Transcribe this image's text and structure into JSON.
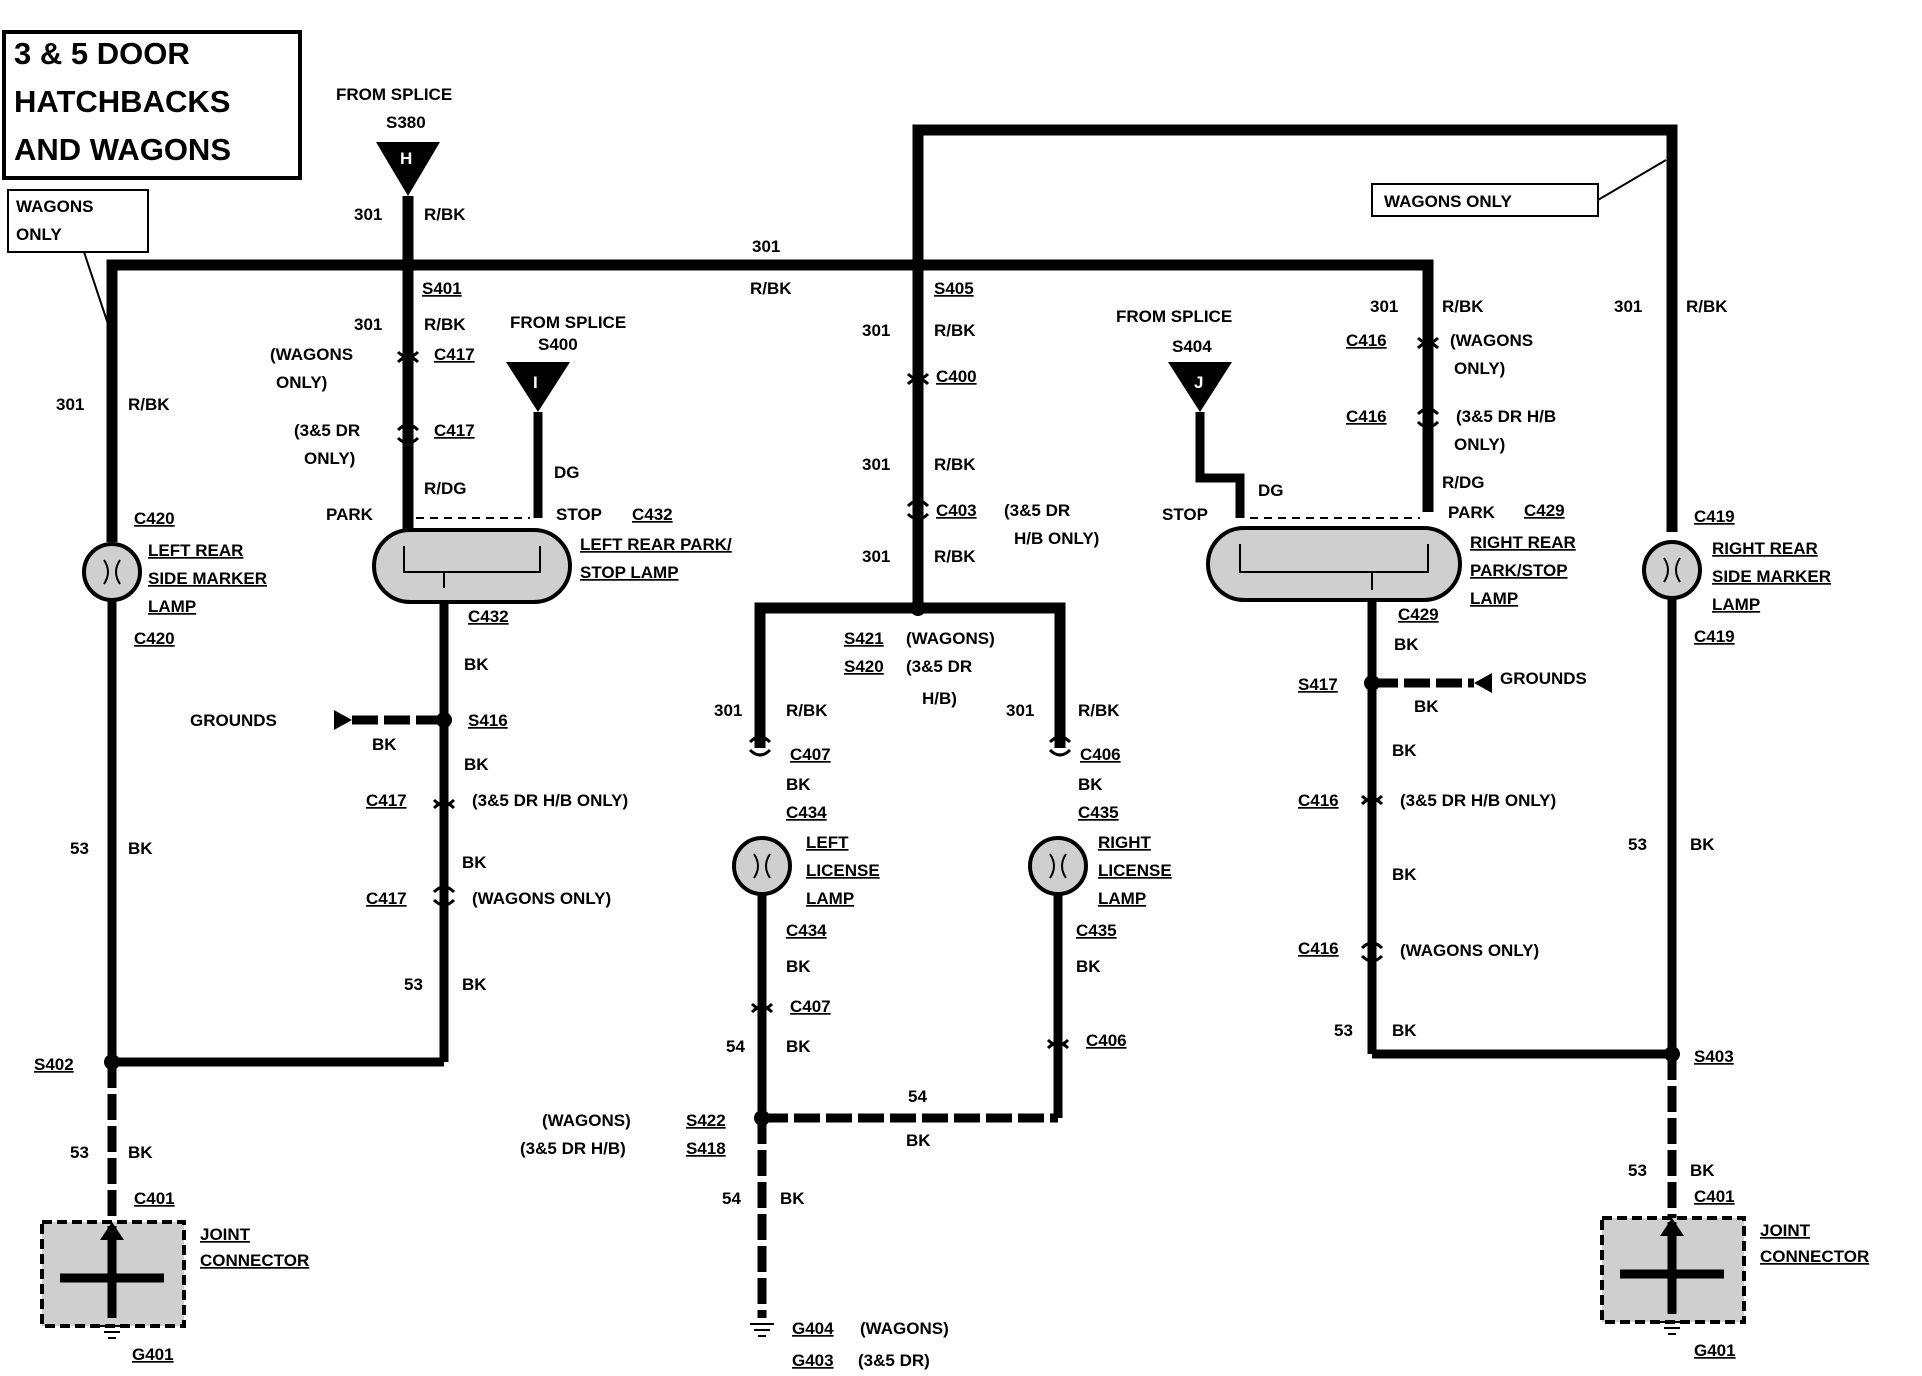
{
  "title": {
    "line1": "3 & 5 DOOR",
    "line2": "HATCHBACKS",
    "line3": "AND WAGONS"
  },
  "wagons_only_box_left": {
    "line1": "WAGONS",
    "line2": "ONLY"
  },
  "wagons_only_box_right": "WAGONS ONLY",
  "splices": {
    "s380": {
      "from": "FROM SPLICE",
      "id": "S380",
      "letter": "H"
    },
    "s400": {
      "from": "FROM SPLICE",
      "id": "S400",
      "letter": "I"
    },
    "s404": {
      "from": "FROM SPLICE",
      "id": "S404",
      "letter": "J"
    }
  },
  "circuits": {
    "c301": "301",
    "c53": "53",
    "c54": "54"
  },
  "colors": {
    "rbk": "R/BK",
    "rdg": "R/DG",
    "dg": "DG",
    "bk": "BK"
  },
  "nodes": {
    "s401": "S401",
    "s405": "S405",
    "s421": "S421",
    "s420": "S420",
    "s416": "S416",
    "s417": "S417",
    "s402": "S402",
    "s403": "S403",
    "s422": "S422",
    "s418": "S418"
  },
  "connectors": {
    "c417": "C417",
    "c400": "C400",
    "c403": "C403",
    "c416": "C416",
    "c420": "C420",
    "c432": "C432",
    "c429": "C429",
    "c419": "C419",
    "c407": "C407",
    "c406": "C406",
    "c434": "C434",
    "c435": "C435",
    "c401": "C401"
  },
  "qualifiers": {
    "wagons_open": "(WAGONS",
    "only_close": "ONLY)",
    "hb_open": "(3&5 DR",
    "hb_only_close": "ONLY)",
    "hb_open_rt": "(3&5 DR H/B",
    "c403_q1": "(3&5 DR",
    "c403_q2": "H/B ONLY)",
    "hb_only_full": "(3&5 DR H/B ONLY)",
    "wagons_only_full": "(WAGONS ONLY)",
    "wagons_paren": "(WAGONS)",
    "s420_q1": "(3&5 DR",
    "s420_q2": "H/B)",
    "s418_q": "(3&5 DR H/B)",
    "wagons_open_rt": "(WAGONS"
  },
  "pins": {
    "park": "PARK",
    "stop": "STOP"
  },
  "lamps": {
    "left_side_marker": [
      "LEFT REAR",
      "SIDE MARKER",
      "LAMP"
    ],
    "left_park_stop": [
      "LEFT REAR PARK/",
      "STOP LAMP"
    ],
    "right_park_stop": [
      "RIGHT REAR",
      "PARK/STOP",
      "LAMP"
    ],
    "right_side_marker": [
      "RIGHT REAR",
      "SIDE MARKER",
      "LAMP"
    ],
    "left_license": [
      "LEFT",
      "LICENSE",
      "LAMP"
    ],
    "right_license": [
      "RIGHT",
      "LICENSE",
      "LAMP"
    ]
  },
  "grounds_label": "GROUNDS",
  "joint_connector": [
    "JOINT",
    "CONNECTOR"
  ],
  "grounds": {
    "g401": "G401",
    "g404": "G404",
    "g404_q": "(WAGONS)",
    "g403": "G403",
    "g403_q": "(3&5 DR)"
  }
}
